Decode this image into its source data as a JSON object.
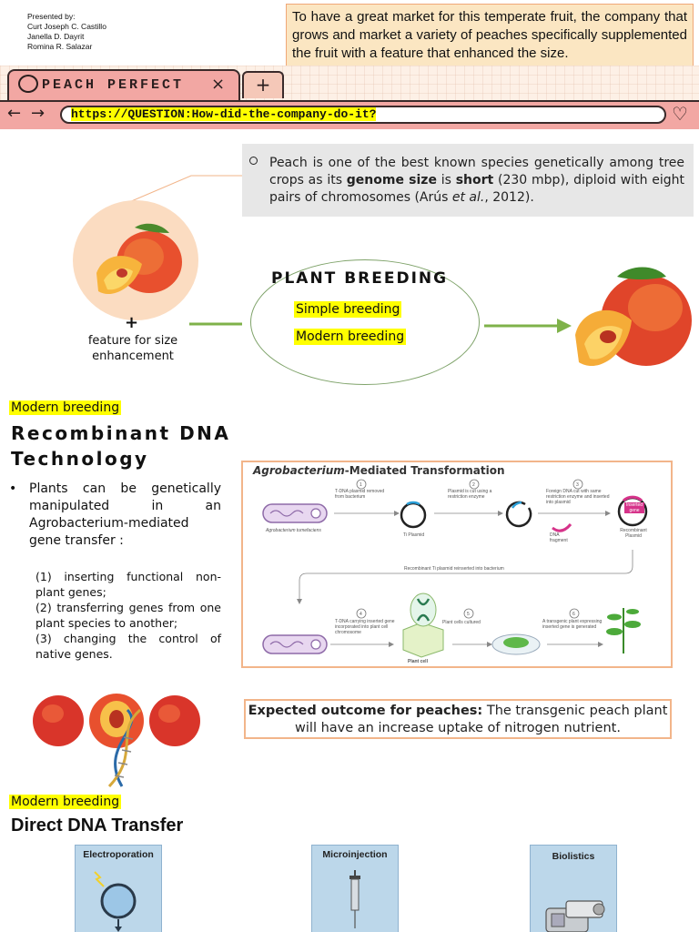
{
  "header": {
    "presenters": [
      "Presented by:",
      "Curt Joseph C. Castillo",
      "Janella D. Dayrit",
      "Romina R. Salazar"
    ],
    "intro": "To have a great market for this temperate fruit, the company that grows and market a variety of peaches specifically supplemented the fruit with a feature that enhanced the size."
  },
  "browser": {
    "tab_title": "PEACH PERFECT",
    "tab_close": "×",
    "new_tab": "+",
    "back": "←",
    "forward": "→",
    "url": "https://QUESTION:How-did-the-company-do-it?",
    "heart": "♡"
  },
  "peach_section": {
    "fact_part1": "Peach is one of the best known species genetically among tree crops as its ",
    "fact_bold1": "genome size",
    "fact_part2": " is ",
    "fact_bold2": "short",
    "fact_part3": " (230 mbp), diploid with eight pairs of chromosomes (Arús ",
    "fact_italic": "et al.",
    "fact_part4": ", 2012).",
    "plus": "+",
    "feature_text": "feature for size enhancement",
    "plant_breeding_title": "PLANT BREEDING",
    "simple_breeding": "Simple breeding",
    "modern_breeding": "Modern breeding"
  },
  "recombinant": {
    "tag": "Modern breeding",
    "title": "Recombinant DNA Technology",
    "bullet": "•",
    "text": "Plants can be genetically manipulated in an Agrobacterium-mediated gene transfer :",
    "list": [
      "(1) inserting functional non-plant genes;",
      "(2) transferring genes from one plant species to another;",
      "(3) changing the control of native genes."
    ],
    "diagram": {
      "title_italic": "Agrobacterium",
      "title_rest": "-Mediated Transformation",
      "bacterium_label": "Agrobacterium tumefaciens",
      "step1": "T-DNA plasmid removed from bacterium",
      "step2": "Plasmid is cut using a restriction enzyme",
      "step3": "Foreign DNA cut with same restriction enzyme and inserted into plasmid",
      "ti_plasmid": "Ti Plasmid",
      "dna_fragment": "DNA fragment",
      "inserted_gene": "Inserted gene",
      "recombinant_plasmid": "Recombinant Plasmid",
      "reinserted": "Recombinant Ti plasmid reinserted into bacterium",
      "step4": "T-DNA carrying inserted gene incorporated into plant cell chromosome",
      "step5": "Plant cells cultured",
      "step6": "A transgenic plant expressing inserted gene is generated",
      "plant_cell": "Plant cell",
      "n1": "1",
      "n2": "2",
      "n3": "3",
      "n4": "4",
      "n5": "5",
      "n6": "6"
    },
    "outcome_bold": "Expected outcome for peaches:",
    "outcome_text": " The transgenic peach plant will have an increase uptake of nitrogen nutrient."
  },
  "direct": {
    "tag": "Modern breeding",
    "title": "Direct DNA Transfer",
    "methods": [
      "Electroporation",
      "Microinjection",
      "Biolistics"
    ]
  },
  "colors": {
    "tab_pink": "#f2a7a3",
    "highlight": "#ffff00",
    "intro_bg": "#fbe6c2",
    "arrow_green": "#7fb24a"
  }
}
